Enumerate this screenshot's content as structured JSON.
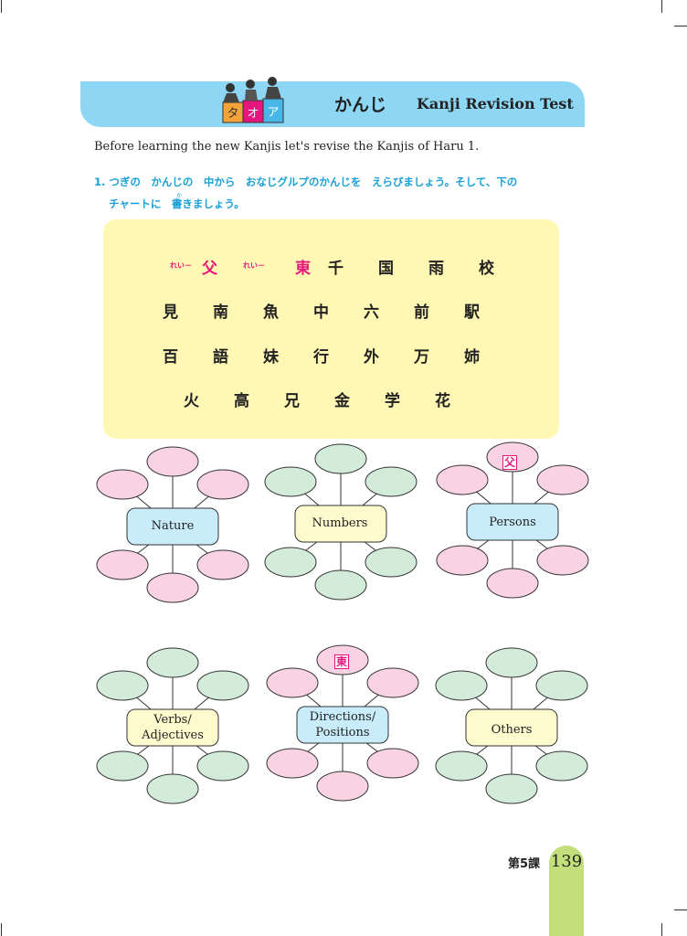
{
  "banner": {
    "title_jp": "かんじ",
    "title_en": "Kanji  Revision Test",
    "badge_letters": [
      "タ",
      "オ",
      "ア"
    ]
  },
  "intro": "Before learning the new Kanjis let's revise the Kanjis of Haru 1.",
  "question": {
    "line1": "1.  つぎの　かんじの　中から　おなじグルプのかんじを　えらびましょう。そして、下の",
    "line2": "チャートに　書きましょう。",
    "ruby": "か"
  },
  "kanji_box": {
    "example_label": "れい－",
    "example_label2": "れい－",
    "rows": [
      [
        "父",
        "東",
        "千",
        "国",
        "雨",
        "校"
      ],
      [
        "見",
        "南",
        "魚",
        "中",
        "六",
        "前",
        "駅"
      ],
      [
        "百",
        "語",
        "妹",
        "行",
        "外",
        "万",
        "姉"
      ],
      [
        "火",
        "高",
        "兄",
        "金",
        "学",
        "花"
      ]
    ]
  },
  "charts": {
    "nature": "Nature",
    "numbers": "Numbers",
    "persons": "Persons",
    "persons_seed": "父",
    "verbs_line1": "Verbs/",
    "verbs_line2": "Adjectives",
    "directions_line1": "Directions/",
    "directions_line2": "Positions",
    "directions_seed": "東",
    "others": "Others"
  },
  "colors": {
    "blue": "#8dd6f4",
    "pink": "#f9d2e4",
    "green": "#d3ebd9",
    "yellow": "#fef8b4",
    "center_blue": "#c9ecfb",
    "center_yellow": "#fdfacd",
    "tab_green": "#c3df7b"
  },
  "footer": {
    "lesson": "第5課",
    "page": "139"
  }
}
